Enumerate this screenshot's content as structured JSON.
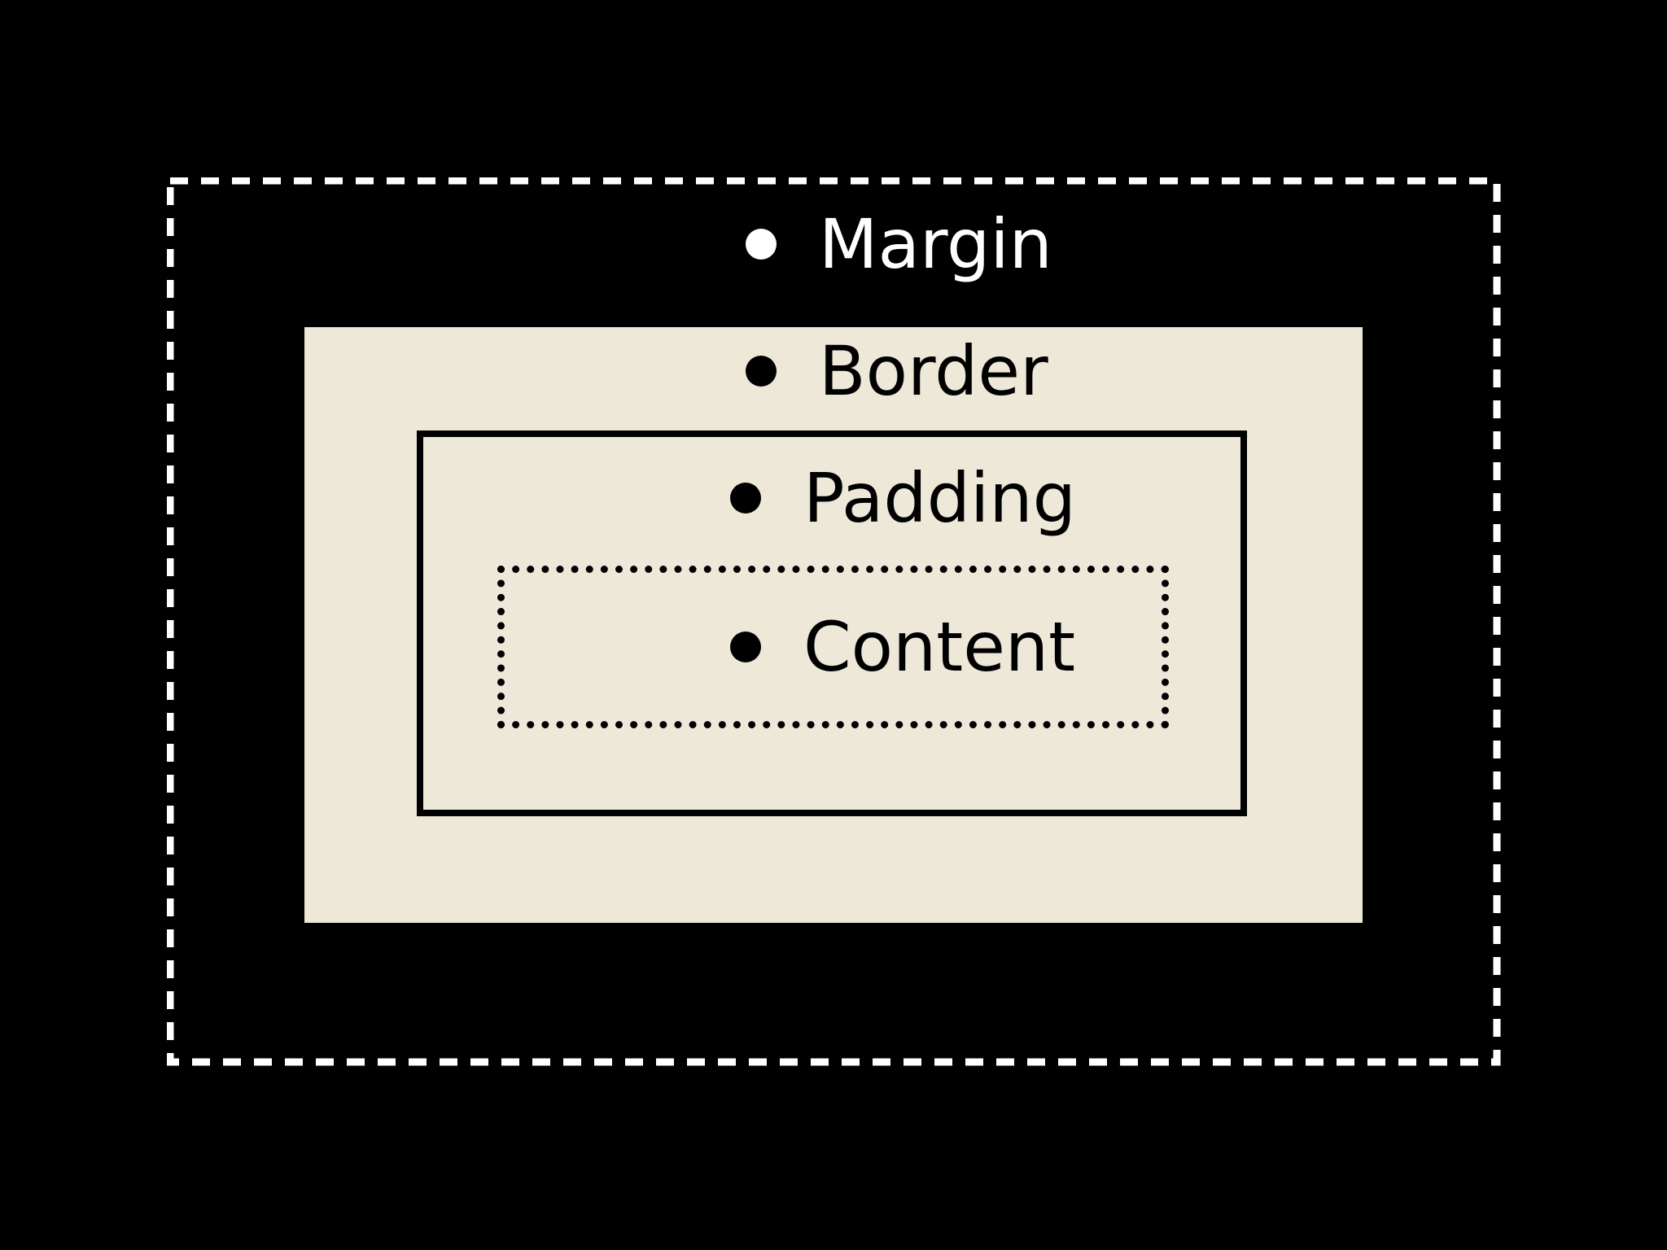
{
  "diagram": {
    "labels": {
      "margin": "Margin",
      "border": "Border",
      "padding": "Padding",
      "content": "Content"
    },
    "colors": {
      "background": "#000000",
      "box_fill": "#ede8d8",
      "margin_outline": "#ffffff",
      "border_outline": "#000000"
    }
  }
}
